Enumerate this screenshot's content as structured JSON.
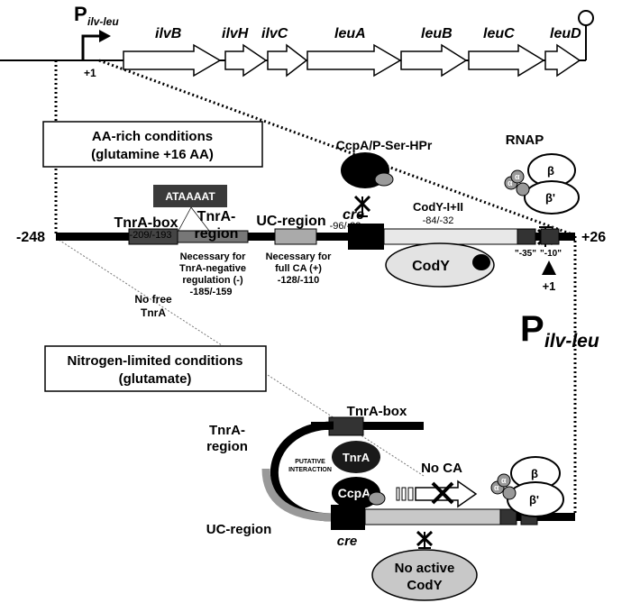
{
  "operon": {
    "promoter_main": "P",
    "promoter_sub": "ilv-leu",
    "tss": "+1",
    "genes": [
      "ilvB",
      "ilvH",
      "ilvC",
      "leuA",
      "leuB",
      "leuC",
      "leuD"
    ]
  },
  "aa_rich_box": {
    "line1": "AA-rich conditions",
    "line2": "(glutamine +16 AA)"
  },
  "nitrogen_box": {
    "line1": "Nitrogen-limited conditions",
    "line2": "(glutamate)"
  },
  "labels": {
    "ccpa_complex": "CcpA/P-Ser-HPr",
    "rnap": "RNAP",
    "beta": "β",
    "beta_prime": "β'",
    "alpha": "α",
    "sequence": "ATAAAAT",
    "tnra_box": "TnrA-box",
    "tnra_box_coords": "-209/-193",
    "tnra_region_l1": "TnrA-",
    "tnra_region_l2": "region",
    "tnra_neg_l1": "Necessary for",
    "tnra_neg_l2": "TnrA-negative",
    "tnra_neg_l3": "regulation (-)",
    "tnra_neg_l4": "-185/-159",
    "uc_region": "UC-region",
    "uc_l1": "Necessary for",
    "uc_l2": "full CA (+)",
    "uc_l3": "-128/-110",
    "cre": "cre",
    "cre_coords": "-96/-82",
    "cody_site": "CodY-I+II",
    "cody_coords": "-84/-32",
    "cody": "CodY",
    "minus35": "\"-35\"",
    "minus10": "\"-10\"",
    "plus1": "+1",
    "left_coord": "-248",
    "right_coord": "+26",
    "no_free_l1": "No free",
    "no_free_l2": "TnrA",
    "big_p": "P",
    "big_p_sub": "ilv-leu",
    "b_tnra_box": "TnrA-box",
    "b_tnra_region_l1": "TnrA-",
    "b_tnra_region_l2": "region",
    "tnra": "TnrA",
    "putative_l1": "PUTATIVE",
    "putative_l2": "INTERACTION",
    "ccpa": "CcpA",
    "no_ca": "No CA",
    "b_uc_region": "UC-region",
    "b_cre": "cre",
    "no_active_l1": "No active",
    "no_active_l2": "CodY"
  }
}
